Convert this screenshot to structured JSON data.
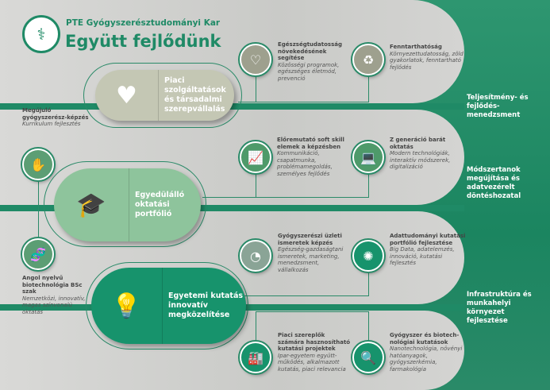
{
  "header": {
    "org": "PTE Gyógyszerésztudományi Kar",
    "title": "Együtt fejlődünk"
  },
  "pillars": [
    {
      "label": "Piaci szolgáltatások és társadalmi szerepvállalás",
      "icon": "community-heart-icon",
      "color": "#c4c7b4"
    },
    {
      "label": "Egyedülálló oktatási portfólió",
      "icon": "graduation-certificate-icon",
      "color": "#8ec49c"
    },
    {
      "label": "Egyetemi kutatás innovatív megközelítése",
      "icon": "brain-bulb-icon",
      "color": "#17936c"
    }
  ],
  "items": {
    "health": {
      "title": "Egészségtudatosság növekedésének segítése",
      "desc": "Közösségi programok, egészséges életmód, prevenció"
    },
    "sustain": {
      "title": "Fenntarthatóság",
      "desc": "Környezettudatosság, zöld gyakorlatok, fenntartható fejlődés"
    },
    "renew": {
      "title": "Megújuló gyógyszerész-képzés",
      "desc": "Kurrikulum fejlesztés"
    },
    "softskill": {
      "title": "Előremutató soft skill elemek a képzésben",
      "desc": "Kommunikáció, csapatmunka, problémamegoldás, személyes fejlődés"
    },
    "genz": {
      "title": "Z generáció barát oktatás",
      "desc": "Modern technológiák, interaktív módszerek, digitalizáció"
    },
    "english": {
      "title": "Angol nyelvű biotechnológia BSc szak",
      "desc": "Nemzetközi, innovatív, magas színvonalú oktatás"
    },
    "business": {
      "title": "Gyógyszerészi üzleti ismeretek képzés",
      "desc": "Egészség-gazdaságtani ismeretek, marketing, menedzsment, vállalkozás"
    },
    "datasci": {
      "title": "Adattudományi kutatási portfólió fejlesztése",
      "desc": "Big Data, adatelemzés, innováció, kutatási fejlesztés"
    },
    "market": {
      "title": "Piaci szereplők számára hasznosítható kutatási projektek",
      "desc": "Ipar-egyetem együtt-működés, alkalmazott kutatás, piaci relevancia"
    },
    "pharma": {
      "title": "Gyógyszer és biotech-nológiai kutatások",
      "desc": "Nanotechnológia, növényi hatóanyagok, gyógyszerkémia, farmakológia"
    }
  },
  "right": [
    "Teljesítmény- és fejlődés-menedzsment",
    "Módszertanok megújítása és adatvezérelt döntéshozatal",
    "Infrastruktúra és munkahelyi környezet fejlesztése"
  ],
  "colors": {
    "brand": "#1f8a66"
  }
}
